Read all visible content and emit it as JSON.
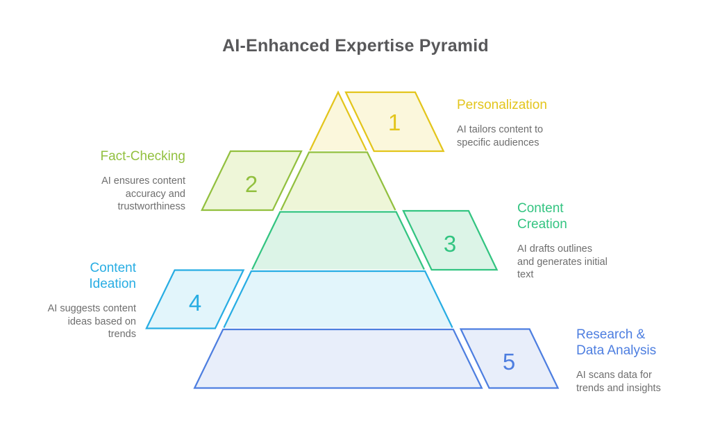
{
  "title": "AI-Enhanced Expertise Pyramid",
  "palette": {
    "background": "#FFFFFF",
    "heading": "#58585A",
    "description": "#6E6E6E"
  },
  "levels": [
    {
      "number": "1",
      "name": "Personalization",
      "description": "AI tailors content to\nspecific audiences",
      "accent": "#E3C51C",
      "fill": "#FBF7DC",
      "side": "right"
    },
    {
      "number": "2",
      "name": "Fact-Checking",
      "description": "AI ensures content\naccuracy and\ntrustworthiness",
      "accent": "#92C03F",
      "fill": "#EEF6D8",
      "side": "left"
    },
    {
      "number": "3",
      "name": "Content\nCreation",
      "description": "AI drafts outlines\nand generates initial\ntext",
      "accent": "#33C481",
      "fill": "#DCF4E7",
      "side": "right"
    },
    {
      "number": "4",
      "name": "Content\nIdeation",
      "description": "AI suggests content\nideas based on\ntrends",
      "accent": "#28ADE3",
      "fill": "#E2F5FB",
      "side": "left"
    },
    {
      "number": "5",
      "name": "Research &\nData Analysis",
      "description": "AI scans data for\ntrends and insights",
      "accent": "#4D7EE0",
      "fill": "#E8EEFA",
      "side": "right"
    }
  ]
}
